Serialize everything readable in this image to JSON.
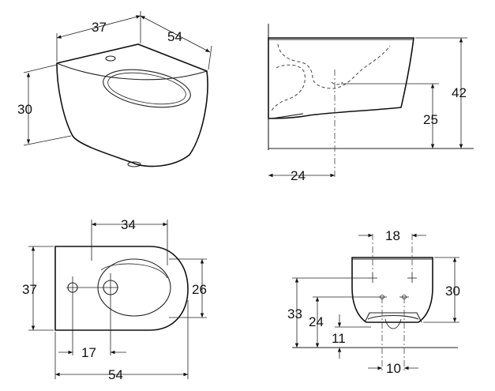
{
  "views": {
    "isometric": {
      "width_label": "37",
      "depth_label": "54",
      "height_label": "30"
    },
    "side": {
      "height_label": "42",
      "inlet_height_label": "25",
      "projection_label": "24"
    },
    "top": {
      "bowl_width_label": "34",
      "overall_width_label": "37",
      "bowl_depth_label": "26",
      "hole_offset_label": "17",
      "overall_length_label": "54"
    },
    "rear": {
      "bolt_spacing_label": "18",
      "height_label": "30",
      "upper_bolt_height_label": "33",
      "lower_bolt_height_label": "24",
      "outlet_height_label": "11",
      "outlet_spacing_label": "10"
    }
  }
}
